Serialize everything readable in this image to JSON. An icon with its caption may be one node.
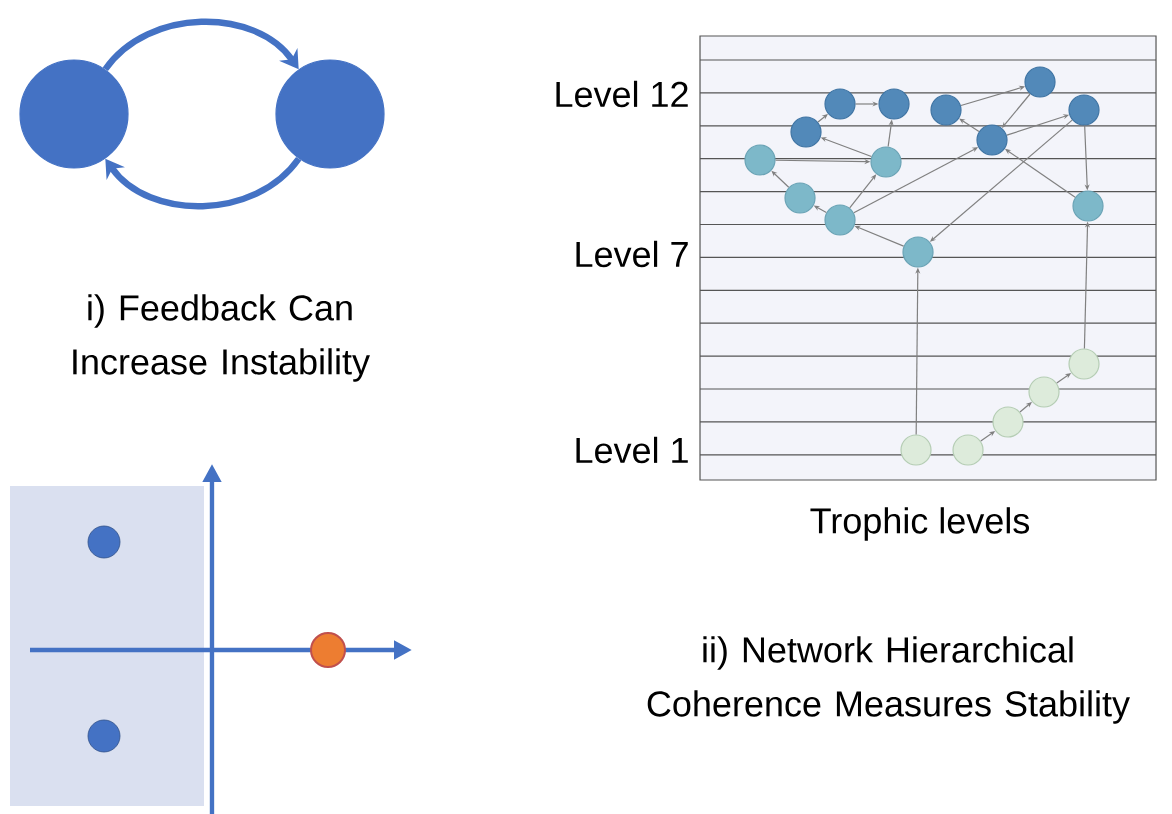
{
  "diagram": {
    "nodes": [
      {
        "text": [],
        "shape": "circle"
      },
      {
        "text": [],
        "shape": "circle"
      },
      {
        "text": [],
        "shape": "circle"
      },
      {
        "text": [],
        "shape": "circle"
      },
      {
        "text": [],
        "shape": "circle"
      },
      {
        "text": [],
        "shape": "circle"
      },
      {
        "text": [],
        "shape": "circle"
      },
      {
        "text": [],
        "shape": "circle"
      },
      {
        "text": [],
        "shape": "circle"
      },
      {
        "text": [],
        "shape": "circle"
      },
      {
        "text": [],
        "shape": "circle"
      },
      {
        "text": [],
        "shape": "circle"
      },
      {
        "text": [],
        "shape": "circle"
      },
      {
        "text": [],
        "shape": "circle"
      },
      {
        "text": [],
        "shape": "circle"
      },
      {
        "text": [],
        "shape": "circle"
      },
      {
        "text": [],
        "shape": "circle"
      },
      {
        "text": [],
        "shape": "circle"
      },
      {
        "text": [],
        "shape": "circle"
      },
      {
        "text": [],
        "shape": "circle"
      }
    ],
    "edges": [
      {
        "from": 0,
        "to": 1,
        "arrow": "to",
        "style": "thick",
        "color": "#4472c4"
      },
      {
        "from": 1,
        "to": 0,
        "arrow": "to",
        "style": "thick",
        "color": "#4472c4"
      },
      {
        "from": 18,
        "to": 14,
        "arrow": "to"
      },
      {
        "from": 19,
        "to": 17,
        "arrow": "to"
      },
      {
        "from": 17,
        "to": 16,
        "arrow": "to"
      },
      {
        "from": 16,
        "to": 15,
        "arrow": "to"
      },
      {
        "from": 15,
        "to": 12,
        "arrow": "to"
      },
      {
        "from": 6,
        "to": 12,
        "arrow": "to"
      },
      {
        "from": 12,
        "to": 8,
        "arrow": "to"
      },
      {
        "from": 6,
        "to": 14,
        "arrow": "to"
      },
      {
        "from": 14,
        "to": 13,
        "arrow": "to"
      },
      {
        "from": 13,
        "to": 10,
        "arrow": "to"
      },
      {
        "from": 13,
        "to": 8,
        "arrow": "to"
      },
      {
        "from": 13,
        "to": 11,
        "arrow": "to"
      },
      {
        "from": 11,
        "to": 9,
        "arrow": "to"
      },
      {
        "from": 10,
        "to": 7,
        "arrow": "to"
      },
      {
        "from": 9,
        "to": 10,
        "arrow": "to"
      },
      {
        "from": 10,
        "to": 4,
        "arrow": "to"
      },
      {
        "from": 7,
        "to": 3,
        "arrow": "to"
      },
      {
        "from": 3,
        "to": 4,
        "arrow": "to"
      },
      {
        "from": 8,
        "to": 5,
        "arrow": "to"
      },
      {
        "from": 5,
        "to": 2,
        "arrow": "to"
      },
      {
        "from": 2,
        "to": 8,
        "arrow": "to"
      },
      {
        "from": 8,
        "to": 6,
        "arrow": "to"
      }
    ],
    "labels": [
      "i) Feedback Can Increase Instability",
      "Level 12",
      "Level 7",
      "Level 1",
      "Trophic levels",
      "ii) Network Hierarchical Coherence Measures Stability"
    ]
  }
}
